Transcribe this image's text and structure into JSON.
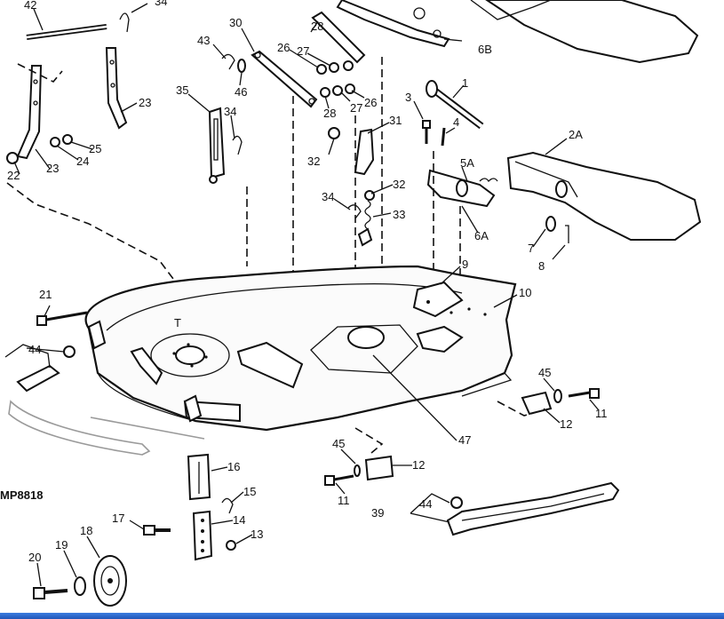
{
  "diagram_code": "MP8818",
  "callouts": {
    "c1": "1",
    "c2A": "2A",
    "c3": "3",
    "c4": "4",
    "c5A": "5A",
    "c6A": "6A",
    "c6B": "6B",
    "c7": "7",
    "c8": "8",
    "c9": "9",
    "c10": "10",
    "c11a": "11",
    "c11b": "11",
    "c12a": "12",
    "c12b": "12",
    "c13": "13",
    "c14": "14",
    "c15": "15",
    "c16": "16",
    "c17": "17",
    "c18": "18",
    "c19": "19",
    "c20": "20",
    "c21": "21",
    "c22": "22",
    "c23a": "23",
    "c23b": "23",
    "c24": "24",
    "c25": "25",
    "c26a": "26",
    "c26b": "26",
    "c27a": "27",
    "c27b": "27",
    "c28a": "28",
    "c28b": "28",
    "c30": "30",
    "c31": "31",
    "c32a": "32",
    "c32b": "32",
    "c33": "33",
    "c34a": "34",
    "c34b": "34",
    "c34c": "34",
    "c35": "35",
    "c39": "39",
    "c42": "42",
    "c43": "43",
    "c44a": "44",
    "c44b": "44",
    "c45a": "45",
    "c45b": "45",
    "c46": "46",
    "c47": "47"
  },
  "colors": {
    "line": "#111111",
    "faded": "#9a9a9a",
    "taskbar": "#2a64c8"
  }
}
